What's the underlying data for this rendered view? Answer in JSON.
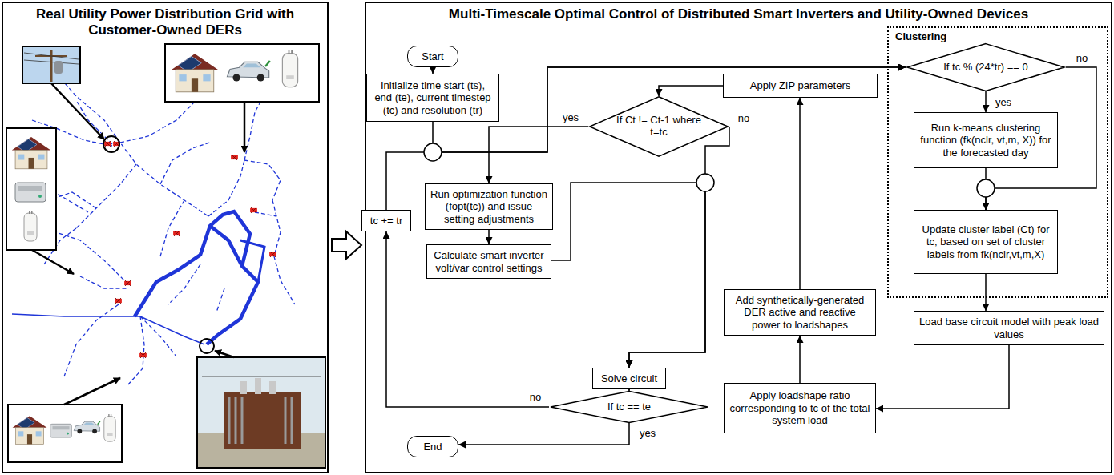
{
  "diagram": {
    "nodes": [
      {
        "text": [
          "Real Utility Power Distribution Grid with Customer-Owned DERs"
        ]
      },
      {
        "text": [
          "Multi-Timescale Optimal Control of Distributed Smart Inverters and Utility-Owned Devices"
        ]
      },
      {
        "text": [
          "Start"
        ],
        "in": 1
      },
      {
        "text": [
          "Initialize time start (ts), end (te), current timestep (tc) and resolution (tr)"
        ],
        "in": 1
      },
      {
        "text": [
          "tc += tr"
        ],
        "in": 1
      },
      {
        "text": [
          "End"
        ],
        "in": 1
      },
      {
        "text": [
          "Run optimization function (fopt(tc)) and issue setting adjustments"
        ],
        "in": 1
      },
      {
        "text": [
          "Calculate smart inverter volt/var control settings"
        ],
        "in": 1
      },
      {
        "text": [
          "If Ct != Ct-1 where t=tc"
        ],
        "in": 1
      },
      {
        "text": [
          "Apply ZIP parameters"
        ],
        "in": 1
      },
      {
        "text": [
          "Solve circuit"
        ],
        "in": 1
      },
      {
        "text": [
          "If tc == te"
        ],
        "in": 1
      },
      {
        "text": [
          "Add synthetically-generated DER active and reactive power to loadshapes"
        ],
        "in": 1
      },
      {
        "text": [
          "Apply loadshape ratio corresponding to tc of the total system load"
        ],
        "in": 1
      },
      {
        "text": [
          "Load base circuit model with peak load values"
        ],
        "in": 1
      },
      {
        "text": [
          "Clustering"
        ],
        "in": 1
      },
      {
        "text": [
          "If tc % (24*tr) == 0"
        ],
        "in": 15
      },
      {
        "text": [
          "Run k-means clustering function (fk(nclr, vt,m, X)) for the forecasted day"
        ],
        "in": 15
      },
      {
        "text": [
          "Update cluster label (Ct) for tc, based on set of cluster labels from fk(nclr,vt,m,X)"
        ],
        "in": 15
      }
    ],
    "edges": [
      {
        "from": 2,
        "to": 3,
        "arrow": "to"
      },
      {
        "from": 3,
        "to": 16,
        "arrow": "to"
      },
      {
        "from": 4,
        "to": 16,
        "arrow": "to"
      },
      {
        "from": 16,
        "to": 17,
        "label": "yes",
        "arrow": "to"
      },
      {
        "from": 16,
        "to": 18,
        "label": "no",
        "arrow": "to"
      },
      {
        "from": 17,
        "to": 18,
        "arrow": "to"
      },
      {
        "from": 18,
        "to": 14,
        "arrow": "to"
      },
      {
        "from": 14,
        "to": 13,
        "arrow": "to"
      },
      {
        "from": 13,
        "to": 12,
        "arrow": "to"
      },
      {
        "from": 12,
        "to": 9,
        "arrow": "to"
      },
      {
        "from": 9,
        "to": 8,
        "arrow": "to"
      },
      {
        "from": 8,
        "to": 6,
        "label": "yes",
        "arrow": "to"
      },
      {
        "from": 8,
        "to": 10,
        "label": "no",
        "arrow": "to"
      },
      {
        "from": 6,
        "to": 7,
        "arrow": "to"
      },
      {
        "from": 7,
        "to": 10,
        "arrow": "to"
      },
      {
        "from": 10,
        "to": 11,
        "arrow": "to"
      },
      {
        "from": 11,
        "to": 4,
        "label": "no",
        "arrow": "to"
      },
      {
        "from": 11,
        "to": 5,
        "label": "yes",
        "arrow": "to"
      }
    ]
  }
}
